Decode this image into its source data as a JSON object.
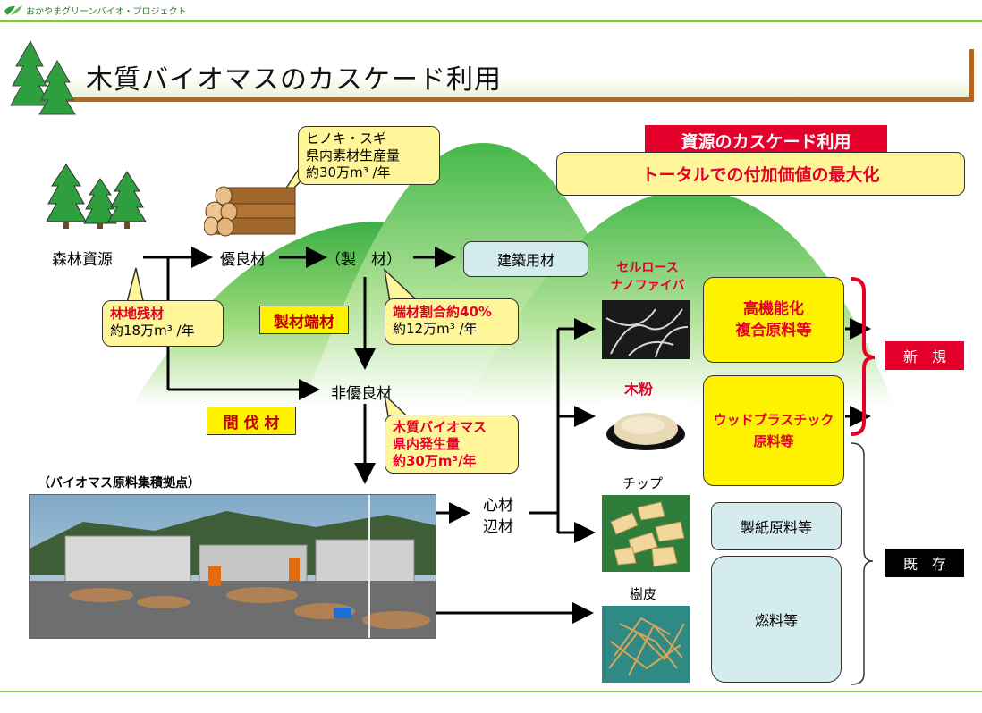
{
  "header": {
    "brand": "おかやまグリーンバイオ・プロジェクト",
    "title": "木質バイオマスのカスケード利用"
  },
  "banner": {
    "red_label": "資源のカスケード利用",
    "subtitle": "トータルでの付加価値の最大化"
  },
  "callouts": {
    "production": [
      "ヒノキ・スギ",
      "県内素材生産量",
      "約30万m³ /年"
    ],
    "forest_residue": {
      "title": "林地残材",
      "value": "約18万m³ /年"
    },
    "offcut_ratio": {
      "title": "端材割合約40%",
      "value": "約12万m³ /年"
    },
    "biomass": [
      "木質バイオマス",
      "県内発生量",
      "約30万m³/年"
    ]
  },
  "nodes": {
    "forest": "森林資源",
    "good_wood": "優良材",
    "sawing": "（製　材）",
    "building": "建築用材",
    "non_good_wood": "非優良材",
    "core_side_1": "心材",
    "core_side_2": "辺材"
  },
  "labels": {
    "sawmill_offcut": "製材端材",
    "thinning": "間 伐 材",
    "depot": "（バイオマス原料集積拠点）"
  },
  "products": {
    "cnf_1": "セルロース",
    "cnf_2": "ナノファイバー",
    "wood_flour": "木粉",
    "chip": "チップ",
    "bark": "樹皮"
  },
  "uses": {
    "high_func_1": "高機能化",
    "high_func_2": "複合原料等",
    "wpc_1": "ウッドプラスチック",
    "wpc_2": "原料等",
    "paper": "製紙原料等",
    "fuel": "燃料等"
  },
  "tags": {
    "new": "新　規",
    "existing": "既　存"
  },
  "colors": {
    "accent_red": "#e4002b",
    "yellow": "#fff200",
    "callout_yellow": "#fff69a",
    "light_blue": "#d4ecee",
    "hill_green": "#4caf50",
    "brown": "#b9661d"
  }
}
